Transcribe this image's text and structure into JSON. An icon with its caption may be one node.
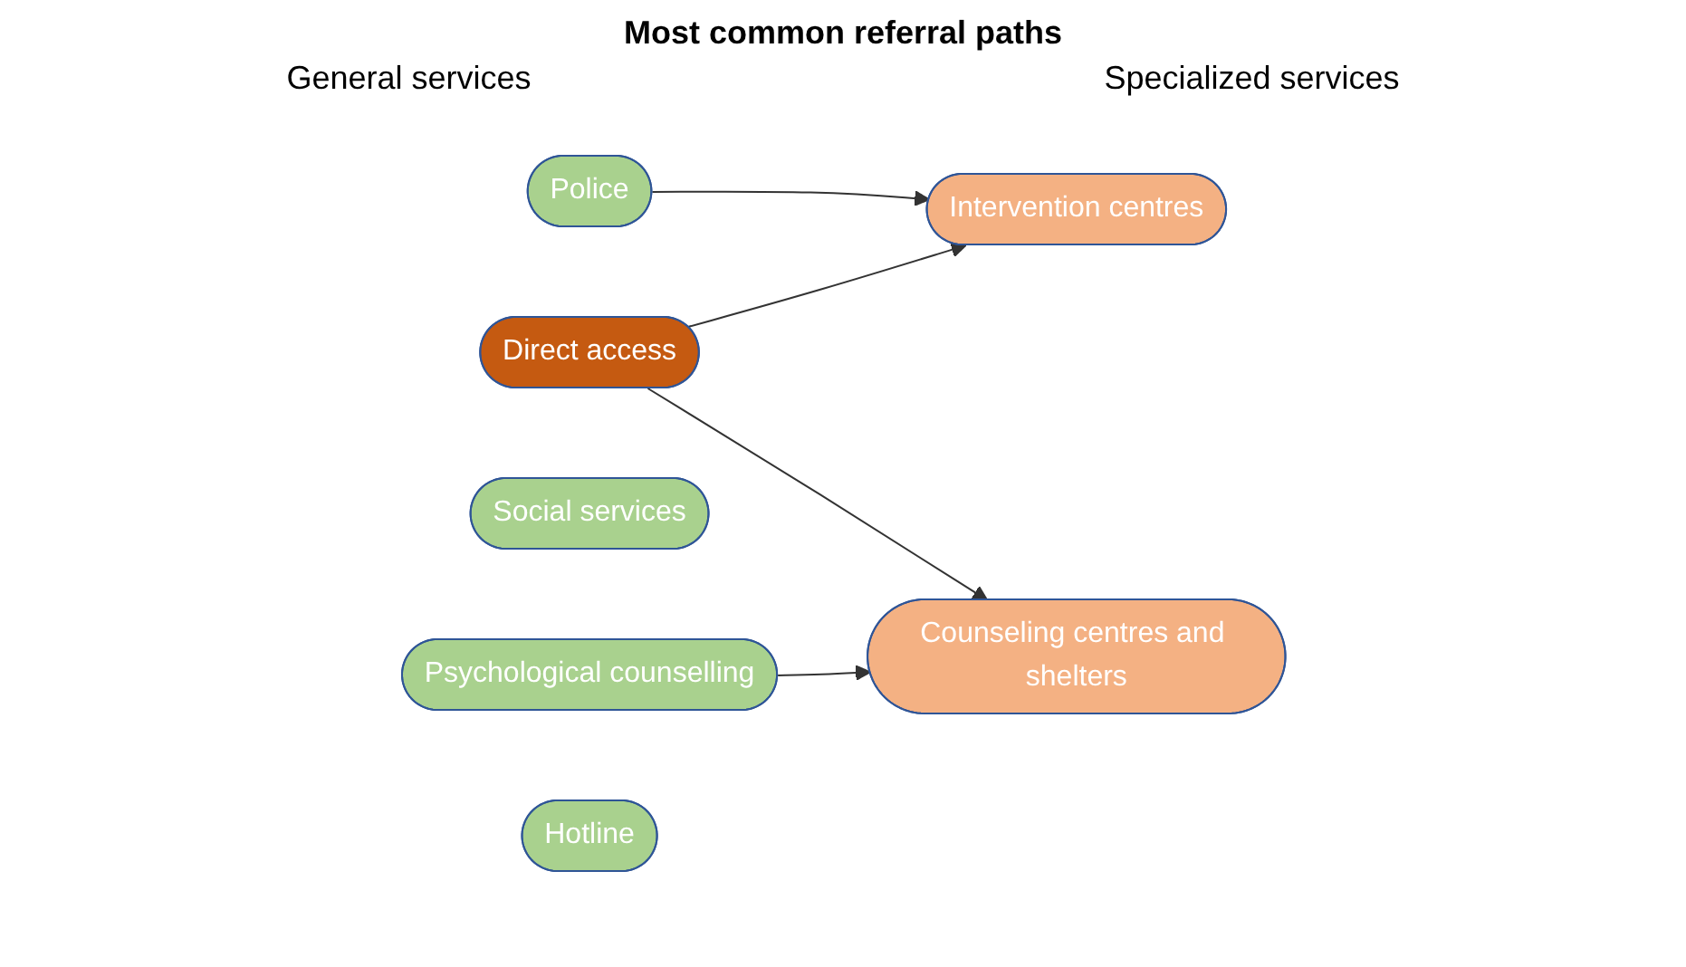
{
  "diagram": {
    "title": "Most common referral paths",
    "nodes": [
      {
        "text": [
          "Police"
        ]
      },
      {
        "text": [
          "Intervention centres"
        ]
      },
      {
        "text": [
          "Direct access"
        ]
      },
      {
        "text": [
          "Social services"
        ]
      },
      {
        "text": [
          "Psychological counselling"
        ]
      },
      {
        "text": [
          "Counseling centres and shelters"
        ]
      },
      {
        "text": [
          "Hotline"
        ]
      }
    ],
    "edges": [
      {
        "from": 0,
        "to": 1,
        "arrow": "to"
      },
      {
        "from": 2,
        "to": 1,
        "arrow": "to"
      },
      {
        "from": 4,
        "to": 5,
        "arrow": "to"
      },
      {
        "from": 2,
        "to": 5,
        "arrow": "to"
      }
    ],
    "labels": [
      "General services",
      "Specialized services"
    ]
  }
}
